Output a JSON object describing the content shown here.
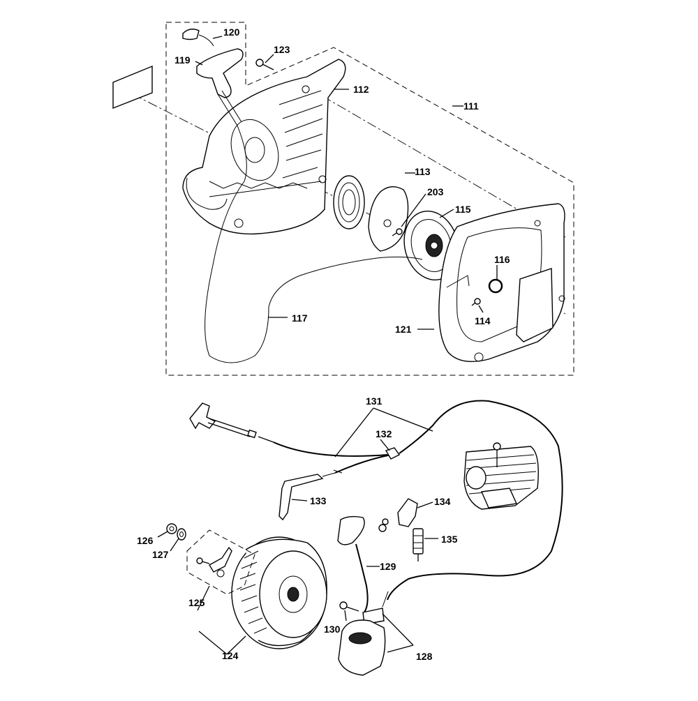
{
  "callouts": {
    "c111": "111",
    "c112": "112",
    "c113": "113",
    "c114": "114",
    "c115": "115",
    "c116": "116",
    "c117": "117",
    "c119": "119",
    "c120": "120",
    "c121": "121",
    "c123": "123",
    "c124": "124",
    "c125": "125",
    "c126": "126",
    "c127": "127",
    "c128": "128",
    "c129": "129",
    "c130": "130",
    "c131": "131",
    "c132": "132",
    "c133": "133",
    "c134": "134",
    "c135": "135",
    "c203": "203"
  }
}
